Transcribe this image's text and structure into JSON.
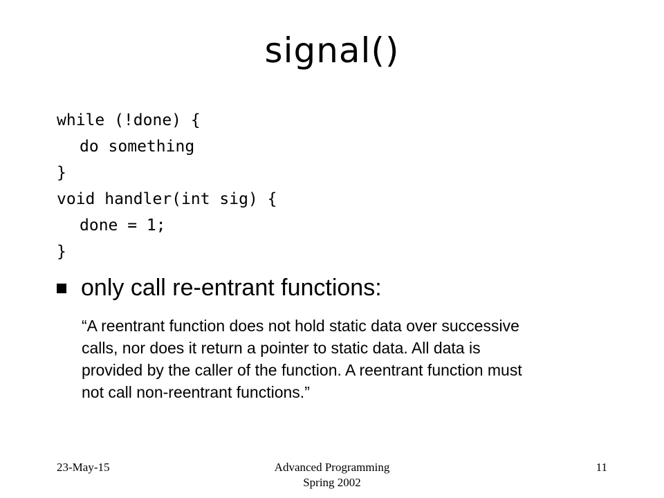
{
  "slide": {
    "title": "signal()",
    "code_lines": [
      {
        "text": "while (!done) {",
        "indent": false
      },
      {
        "text": "do something",
        "indent": true
      },
      {
        "text": "}",
        "indent": false
      },
      {
        "text": "void handler(int sig) {",
        "indent": false
      },
      {
        "text": "done = 1;",
        "indent": true
      },
      {
        "text": "}",
        "indent": false
      }
    ],
    "bullet": {
      "icon": "square-bullet-icon",
      "text": "only call re-entrant functions:"
    },
    "quote_lines": [
      "“A reentrant function does not hold static data over successive",
      "calls, nor does it return a pointer to static data. All data is",
      "provided by the caller of the function. A reentrant function must",
      "not call non-reentrant functions.”"
    ]
  },
  "footer": {
    "date": "23-May-15",
    "course_line1": "Advanced Programming",
    "course_line2": "Spring 2002",
    "page_number": "11"
  }
}
